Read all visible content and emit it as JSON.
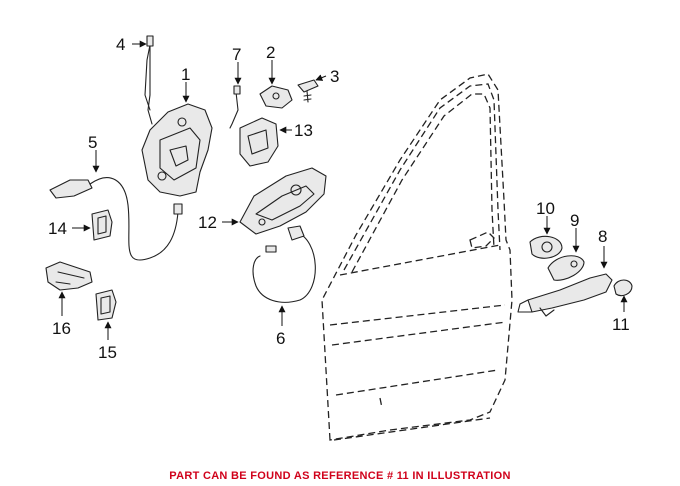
{
  "callouts": [
    {
      "id": "p1",
      "label": "1"
    },
    {
      "id": "p2",
      "label": "2"
    },
    {
      "id": "p3",
      "label": "3"
    },
    {
      "id": "p4",
      "label": "4"
    },
    {
      "id": "p5",
      "label": "5"
    },
    {
      "id": "p6",
      "label": "6"
    },
    {
      "id": "p7",
      "label": "7"
    },
    {
      "id": "p8",
      "label": "8"
    },
    {
      "id": "p9",
      "label": "9"
    },
    {
      "id": "p10",
      "label": "10"
    },
    {
      "id": "p11",
      "label": "11"
    },
    {
      "id": "p12",
      "label": "12"
    },
    {
      "id": "p13",
      "label": "13"
    },
    {
      "id": "p14",
      "label": "14"
    },
    {
      "id": "p15",
      "label": "15"
    },
    {
      "id": "p16",
      "label": "16"
    }
  ],
  "footer": {
    "note": "PART CAN BE FOUND AS REFERENCE # 11 IN ILLUSTRATION",
    "color": "#d0021b"
  }
}
